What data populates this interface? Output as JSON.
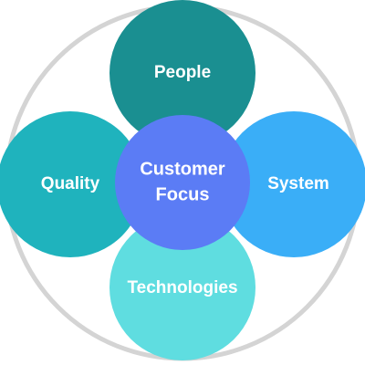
{
  "diagram": {
    "center": {
      "lines": [
        "Customer",
        "Focus"
      ],
      "color": "#5b7cf5"
    },
    "petals": [
      {
        "key": "top",
        "label": "People",
        "color": "#1a8f91"
      },
      {
        "key": "left",
        "label": "Quality",
        "color": "#1fb3bd"
      },
      {
        "key": "right",
        "label": "System",
        "color": "#3aaef7"
      },
      {
        "key": "bottom",
        "label": "Technologies",
        "color": "#5fdde0"
      }
    ],
    "ring_color": "#d4d4d4"
  }
}
